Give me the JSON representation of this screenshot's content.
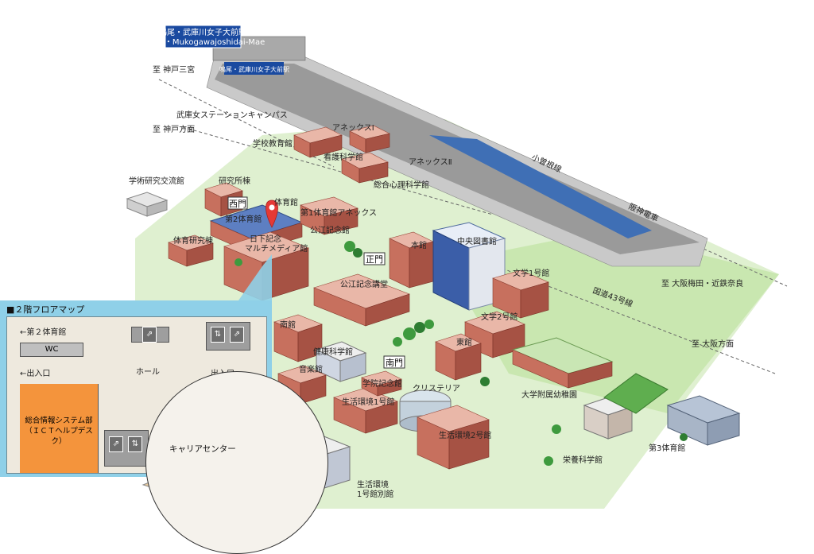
{
  "station": {
    "sign_jp": "鳴尾・武庫川女子大前駅",
    "sign_en": "Naruo・Mukogawajoshidai-Mae",
    "platform_sign": "鳴尾・武庫川女子大前駅"
  },
  "directions": {
    "kobe_sannomiya": "至 神戸三宮",
    "kobe_direction": "至 神戸方面",
    "osaka_umeda": "至 大阪梅田・近鉄奈良",
    "osaka_direction": "至 大阪方面"
  },
  "lines": {
    "koshien": "小曽根線",
    "hanshin": "阪神電車",
    "route43": "国道43号線"
  },
  "gates": {
    "west": "西門",
    "main": "正門",
    "south": "南門"
  },
  "buildings": {
    "station_campus": "武庫女ステーションキャンパス",
    "school_education": "学校教育館",
    "annex1": "アネックスⅠ",
    "nursing": "看護科学館",
    "annex2": "アネックスⅡ",
    "psychology": "総合心理科学館",
    "academic_exchange": "学術研究交流館",
    "research_wing": "研究所棟",
    "gym1": "体育館",
    "gym2": "第2体育館",
    "gym1_annex": "第1体育館アネックス",
    "kouko_hall": "公江記念館",
    "sports_research": "体育研究棟",
    "hishita_media": "日下記念\nマルチメディア館",
    "main_building": "本館",
    "central_library": "中央図書館",
    "kouko_auditorium": "公江記念講堂",
    "literature1": "文学1号館",
    "literature2": "文学2号館",
    "south_building": "南館",
    "health_science": "健康科学館",
    "music": "音楽館",
    "east_building": "東館",
    "graduate_hall": "学院記念館",
    "living_env1": "生活環境1号館",
    "crystaria": "クリステリア",
    "living_env2": "生活環境2号館",
    "kindergarten": "大学附属幼稚園",
    "nutrition": "栄養科学館",
    "gym3": "第3体育館",
    "living_env1_annex": "生活環境\n1号館別館"
  },
  "floor_map": {
    "title": "■２階フロアマップ",
    "to_gym2": "←第２体育館",
    "wc": "WC",
    "exit_left": "←出入口",
    "hall": "ホール",
    "exit_right": "出入口→",
    "ict_desk": "総合情報システム部\n（ＩＣＴヘルプデスク）",
    "career_center": "キャリアセンター"
  },
  "colors": {
    "panel_blue": "#8fd0e8",
    "ict_orange": "#f4943c",
    "marker_red": "#e53935",
    "grass": "#bfe3a3"
  }
}
